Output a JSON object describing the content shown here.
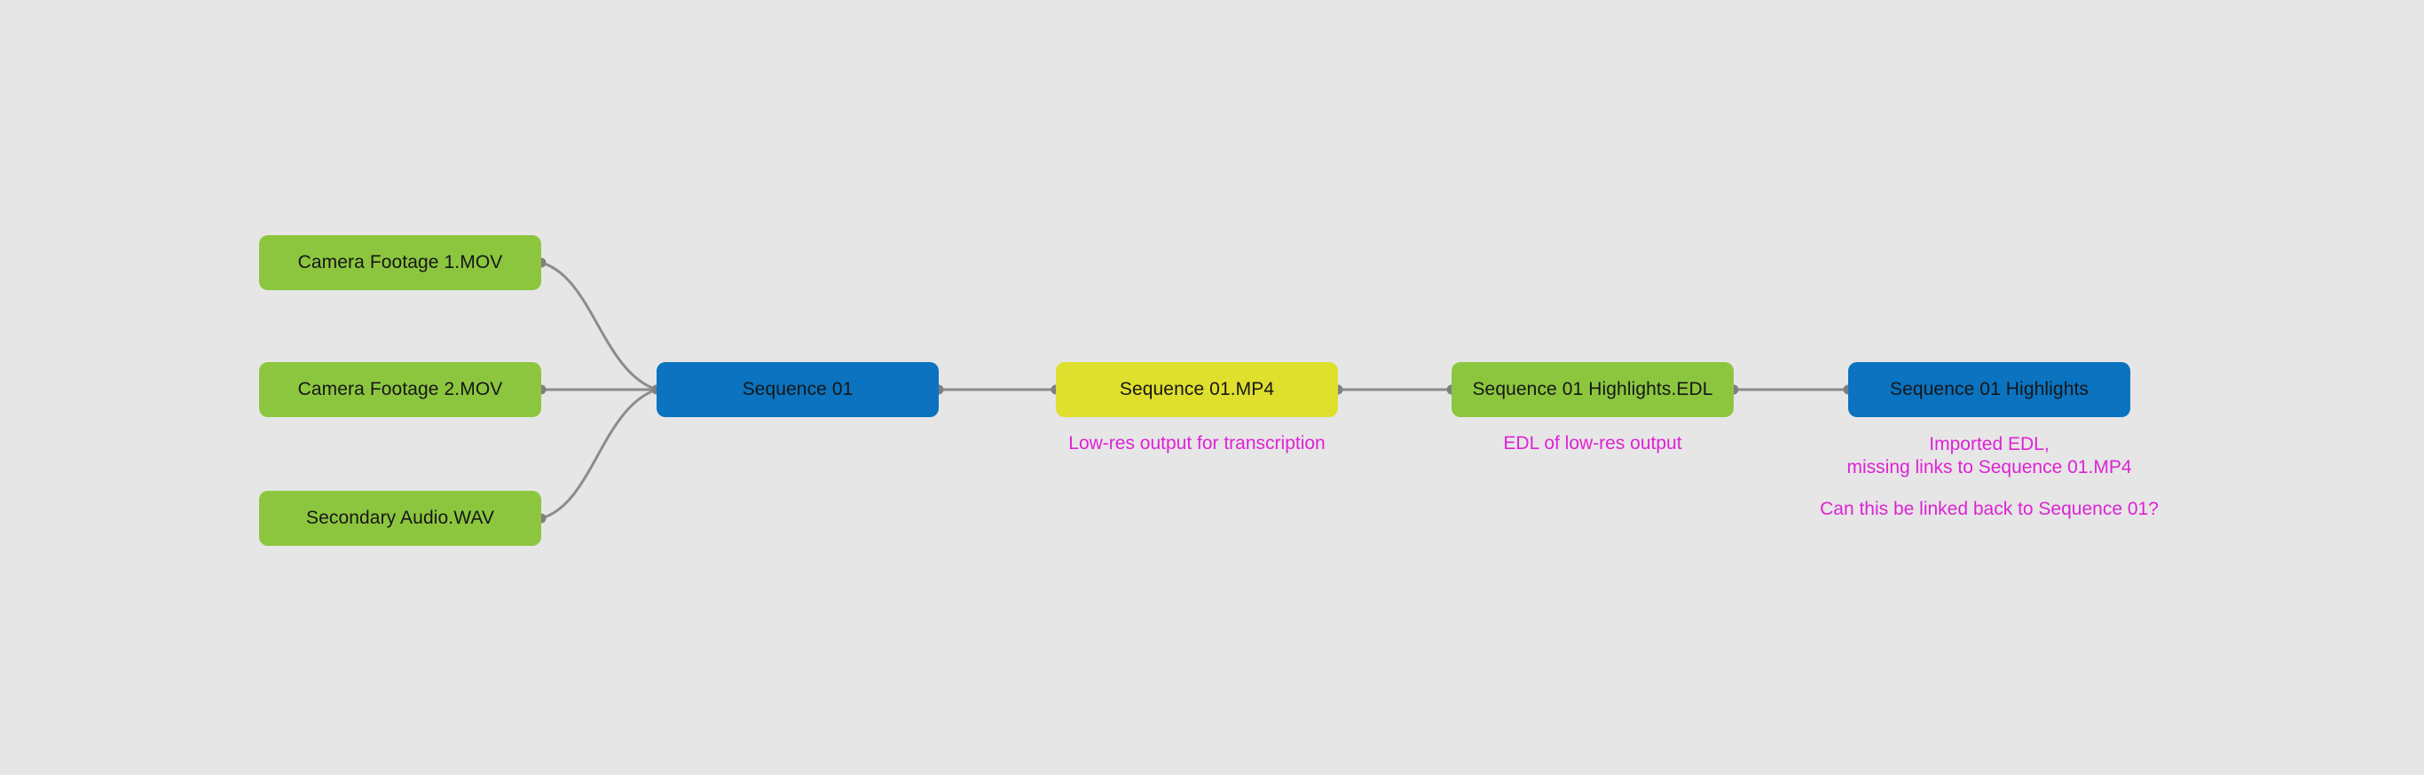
{
  "diagram": {
    "background_color": "#e6e6e6",
    "connector_color": "#8c8c8c",
    "annotation_color": "#de22d5",
    "node_colors": {
      "green": "#8cc63f",
      "blue": "#0b73bf",
      "yellow": "#dfdf2d"
    },
    "nodes": [
      {
        "id": "camera-footage-1-mov",
        "label": "Camera Footage 1.MOV",
        "color": "green"
      },
      {
        "id": "camera-footage-2-mov",
        "label": "Camera Footage 2.MOV",
        "color": "green"
      },
      {
        "id": "secondary-audio-wav",
        "label": "Secondary Audio.WAV",
        "color": "green"
      },
      {
        "id": "sequence-01",
        "label": "Sequence 01",
        "color": "blue"
      },
      {
        "id": "sequence-01-mp4",
        "label": "Sequence 01.MP4",
        "color": "yellow"
      },
      {
        "id": "sequence-01-highlights-edl",
        "label": "Sequence 01 Highlights.EDL",
        "color": "green"
      },
      {
        "id": "sequence-01-highlights",
        "label": "Sequence 01 Highlights",
        "color": "blue"
      }
    ],
    "edges": [
      {
        "from": "camera-footage-1-mov",
        "to": "sequence-01"
      },
      {
        "from": "camera-footage-2-mov",
        "to": "sequence-01"
      },
      {
        "from": "secondary-audio-wav",
        "to": "sequence-01"
      },
      {
        "from": "sequence-01",
        "to": "sequence-01-mp4"
      },
      {
        "from": "sequence-01-mp4",
        "to": "sequence-01-highlights-edl"
      },
      {
        "from": "sequence-01-highlights-edl",
        "to": "sequence-01-highlights"
      }
    ],
    "annotations": {
      "mp4_note": "Low-res output for transcription",
      "edl_note": "EDL of low-res output",
      "highlights_note_line1": "Imported EDL,",
      "highlights_note_line2": "missing links to Sequence 01.MP4",
      "highlights_question": "Can this be linked back to Sequence 01?"
    }
  }
}
